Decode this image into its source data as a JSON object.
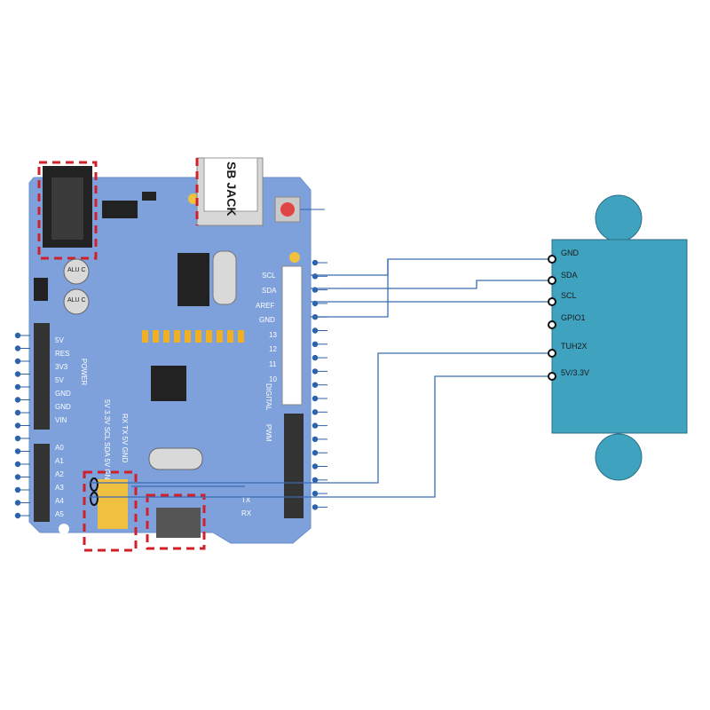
{
  "colors": {
    "pcb": "#7ea1dc",
    "module": "#3fa3c0",
    "wire": "#3a6db0",
    "dashed": "#d0202a",
    "pin": "#222222",
    "dot": "#2d63ad"
  },
  "usb_jack": {
    "label": "SB JACK"
  },
  "module_pins": [
    {
      "label": "GND"
    },
    {
      "label": "SDA"
    },
    {
      "label": "SCL"
    },
    {
      "label": "GPIO1"
    },
    {
      "label": "TUH2X"
    },
    {
      "label": "5V/3.3V"
    }
  ],
  "board_right_labels": [
    "SCL",
    "SDA",
    "AREF",
    "GND",
    "13",
    "12",
    "11",
    "10"
  ],
  "board_left_labels": [
    "5V",
    "RES",
    "3V3",
    "5V",
    "GND",
    "GND",
    "VIN"
  ],
  "board_analog_labels": [
    "A0",
    "A1",
    "A2",
    "A3",
    "A4",
    "A5"
  ],
  "board_bottom_labels": [
    "TX",
    "RX"
  ],
  "board_power_label": "POWER",
  "board_pwm_label": "PWM",
  "board_digital_label": "DIGITAL",
  "board_ic_labels": [
    "ALU C",
    "ALU C"
  ],
  "vertical_text_rows": [
    "5V 3.3V SCL SDA 5V GND",
    "RX TX 5V GND"
  ]
}
